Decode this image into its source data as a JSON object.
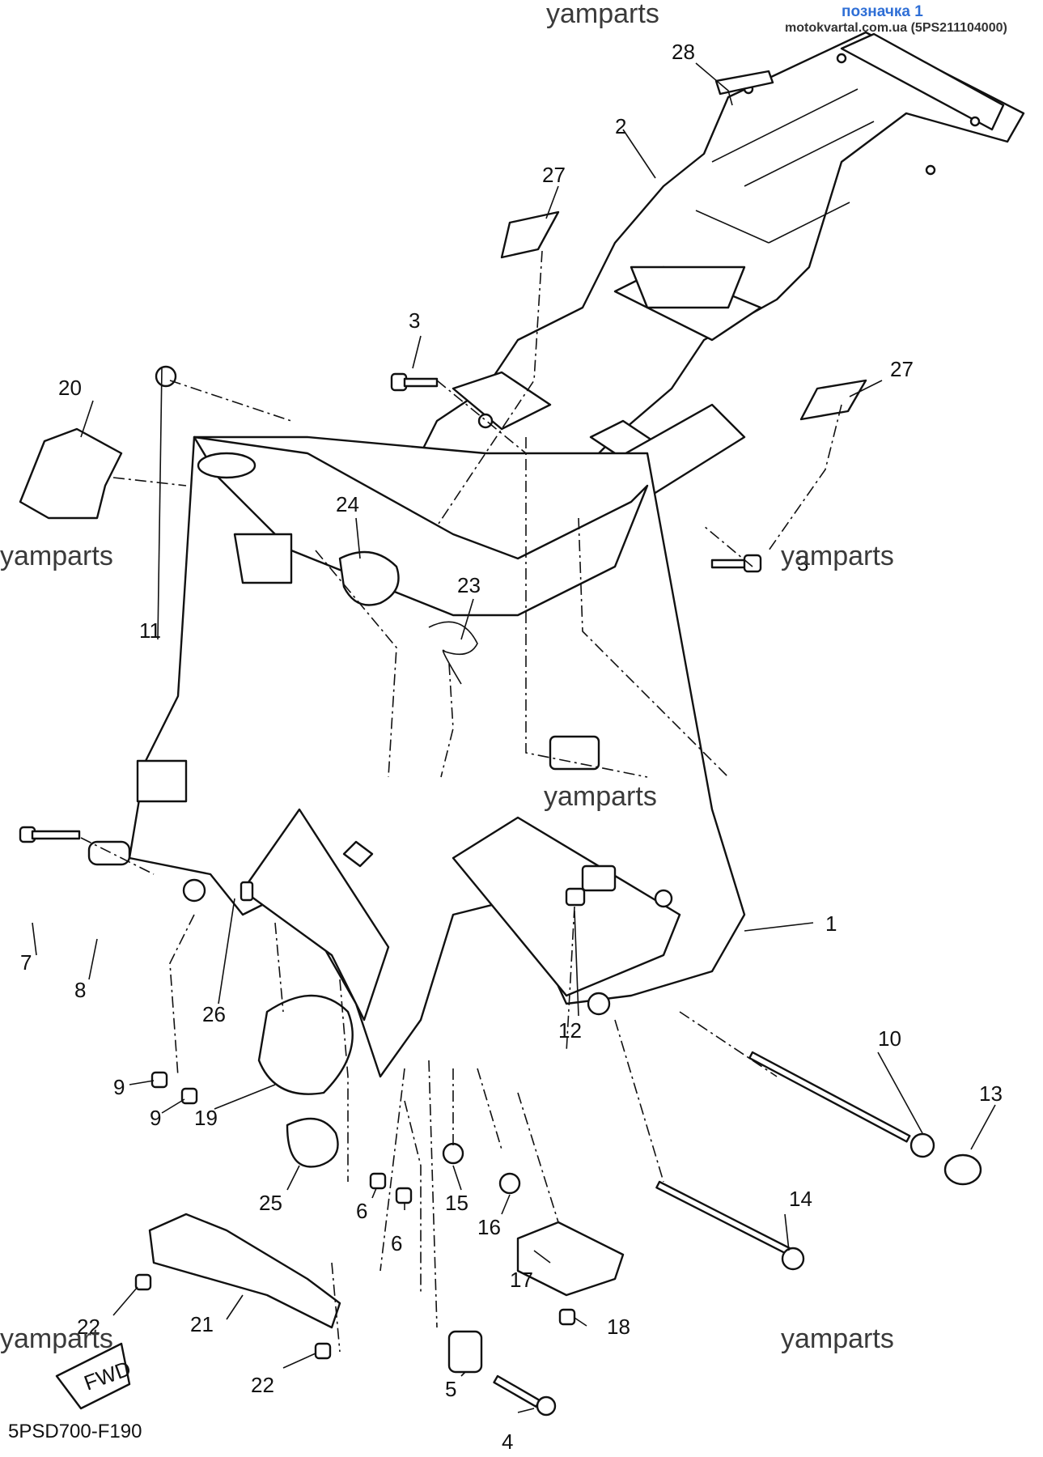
{
  "header": {
    "badge": "позначка 1",
    "site": "motokvartal.com.ua (5PS211104000)"
  },
  "watermarks": [
    "yamparts",
    "yamparts",
    "yamparts",
    "yamparts",
    "yamparts",
    "yamparts"
  ],
  "diagram_code": "5PSD700-F190",
  "fwd_label": "FWD",
  "callouts": [
    "28",
    "2",
    "27",
    "27",
    "3",
    "3",
    "24",
    "23",
    "11",
    "20",
    "1",
    "7",
    "8",
    "26",
    "12",
    "10",
    "13",
    "9",
    "9",
    "19",
    "25",
    "6",
    "6",
    "15",
    "16",
    "14",
    "17",
    "18",
    "22",
    "21",
    "22",
    "5",
    "4"
  ],
  "colors": {
    "line": "#111111",
    "badge": "#2f6fd6",
    "watermark": "#3a3a3a"
  }
}
